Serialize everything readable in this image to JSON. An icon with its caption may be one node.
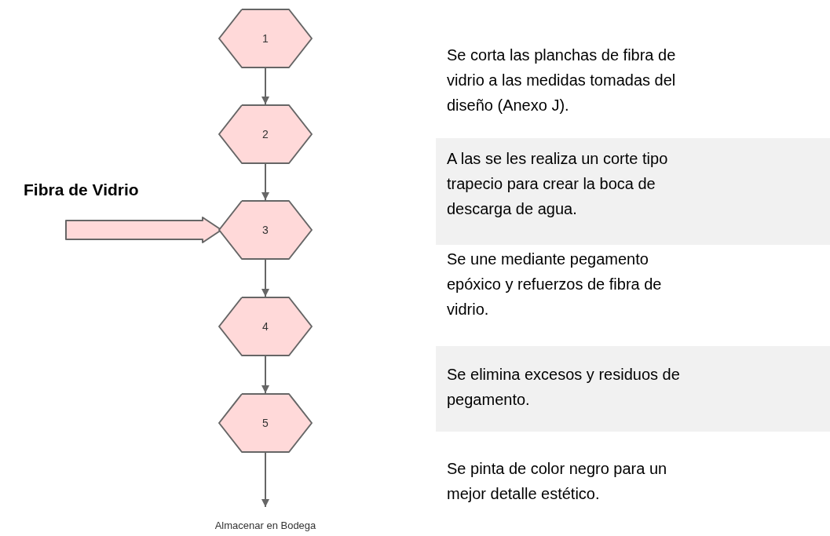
{
  "diagram": {
    "nodes": [
      {
        "text": [
          "Fibra de Vidrio"
        ]
      },
      {
        "text": [
          "1"
        ]
      },
      {
        "text": [
          "2"
        ]
      },
      {
        "text": [
          "3"
        ]
      },
      {
        "text": [
          "4"
        ]
      },
      {
        "text": [
          "5"
        ]
      },
      {
        "text": [
          "Almacenar en Bodega"
        ]
      },
      {
        "text": [
          "Se corta las planchas de fibra de vidrio a las medidas tomadas del diseño (Anexo J)."
        ]
      },
      {
        "text": [
          "A las se les realiza un corte tipo trapecio para crear la boca de descarga de agua."
        ]
      },
      {
        "text": [
          "Se une mediante pegamento epóxico y refuerzos de fibra de vidrio."
        ]
      },
      {
        "text": [
          "Se elimina excesos y residuos de pegamento."
        ]
      },
      {
        "text": [
          "Se pinta de color negro para un mejor detalle estético."
        ]
      }
    ],
    "edges": [
      {
        "from": 1,
        "to": 2,
        "arrow": "to"
      },
      {
        "from": 2,
        "to": 3,
        "arrow": "to"
      },
      {
        "from": 3,
        "to": 4,
        "arrow": "to"
      },
      {
        "from": 4,
        "to": 5,
        "arrow": "to"
      },
      {
        "from": 5,
        "to": 6,
        "arrow": "to"
      },
      {
        "from": 0,
        "to": 3,
        "arrow": "to",
        "style": "thick"
      }
    ]
  }
}
